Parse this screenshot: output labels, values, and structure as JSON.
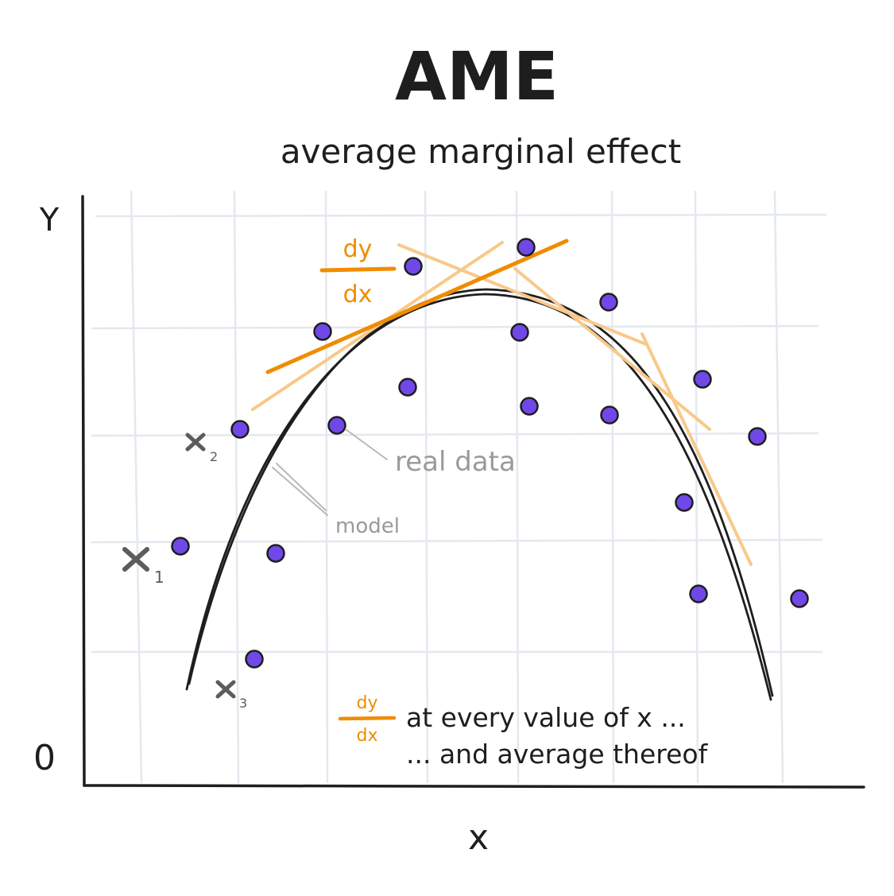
{
  "title": "AME",
  "subtitle": "average marginal effect",
  "axes": {
    "y_label": "Y",
    "x_label": "x",
    "origin_label": "0"
  },
  "annotations": {
    "real_data": "real data",
    "model": "model",
    "derivative_top": {
      "numerator": "dy",
      "denominator": "dx"
    },
    "derivative_bottom": {
      "numerator": "dy",
      "denominator": "dx"
    },
    "caption_line1": "at every value of x ...",
    "caption_line2": "... and average thereof"
  },
  "outliers": [
    {
      "label": "x",
      "subscript": "1"
    },
    {
      "label": "x",
      "subscript": "2"
    },
    {
      "label": "x",
      "subscript": "3"
    }
  ],
  "colors": {
    "ink": "#1e1e1e",
    "grid": "#e4e8ef",
    "point_fill": "#7048e8",
    "point_stroke": "#1e1e1e",
    "tangent_primary": "#f08c00",
    "tangent_faded": "#f8c98a",
    "annotation_gray": "#9a9a9a",
    "outlier_gray": "#5c5c5c"
  }
}
